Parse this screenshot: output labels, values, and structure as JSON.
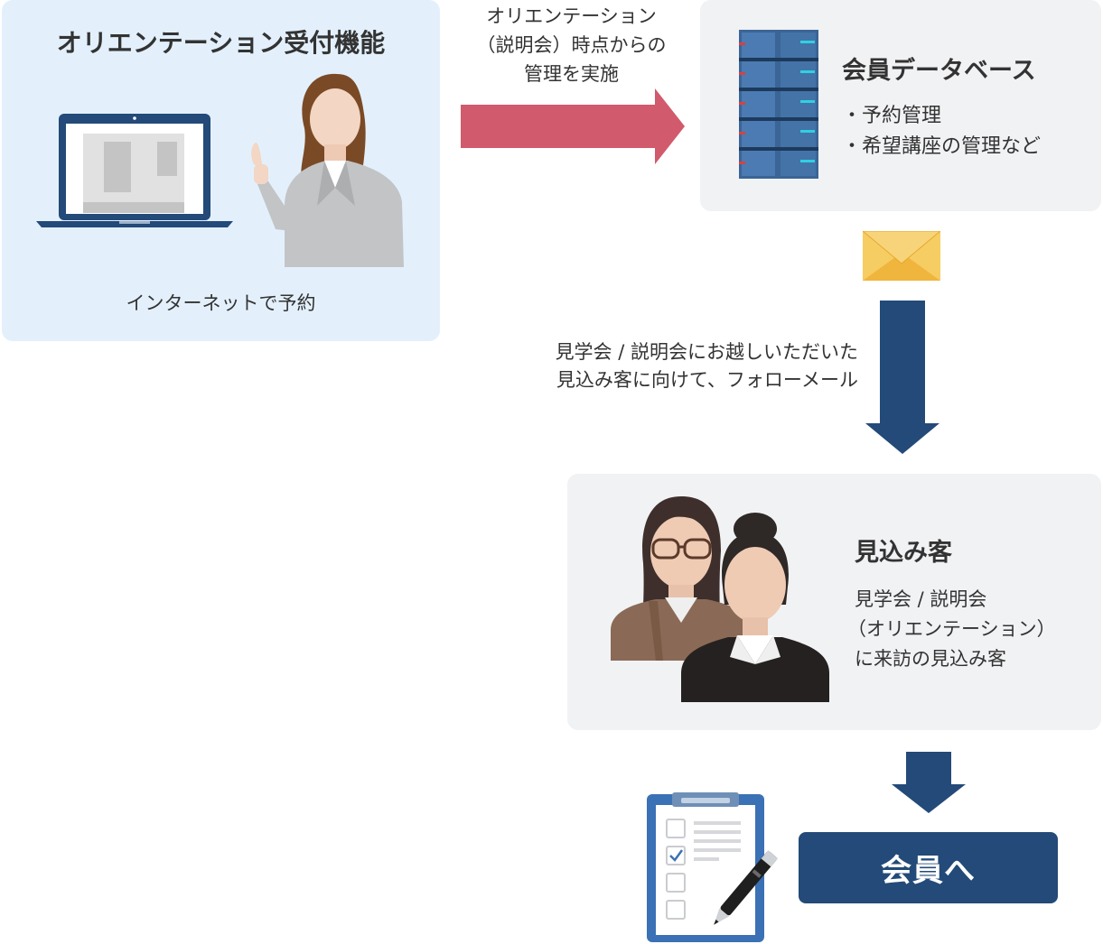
{
  "reception": {
    "title": "オリエンテーション受付機能",
    "caption": "インターネットで予約"
  },
  "arrow_right": {
    "lines": [
      "オリエンテーション",
      "（説明会）時点からの",
      "管理を実施"
    ]
  },
  "database": {
    "title": "会員データベース",
    "items": [
      "・予約管理",
      "・希望講座の管理など"
    ]
  },
  "followup": {
    "lines": [
      "見学会 / 説明会にお越しいただいた",
      "見込み客に向けて、フォローメール"
    ]
  },
  "prospects": {
    "title": "見込み客",
    "lines": [
      "見学会 / 説明会",
      "（オリエンテーション）",
      "に来訪の見込み客"
    ]
  },
  "member_button": {
    "label": "会員へ"
  },
  "colors": {
    "panel_blue": "#e3f0fc",
    "panel_gray": "#f1f2f4",
    "arrow_pink": "#d15a6c",
    "navy": "#234a78",
    "envelope": "#f3bf45"
  },
  "icons": [
    "laptop-icon",
    "woman-pointing-icon",
    "server-rack-icon",
    "envelope-icon",
    "two-women-icon",
    "clipboard-checklist-icon",
    "pen-icon"
  ]
}
